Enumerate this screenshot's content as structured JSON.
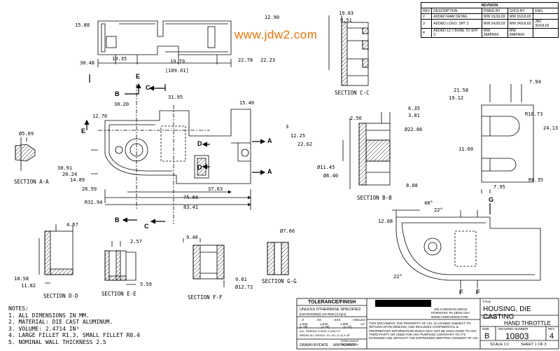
{
  "watermark": "www.jdw2.com",
  "revision": {
    "title": "REVISION",
    "headers": [
      "REV",
      "DESCRIPTION",
      "DWNG BY",
      "CHCK BY",
      "ENG"
    ],
    "rows": [
      [
        "2",
        "ADDED RAW DETAIL",
        "WW 16JUL03",
        "WW 16JUL03",
        ""
      ],
      [
        "3",
        "ADDED LOGO, SHT 2",
        "WW 24JUL03",
        "WW 24JUL03",
        "JNC 30JUL03"
      ],
      [
        "4",
        "ADDED 12.7 BORE TO SHT 3",
        "WW 28APR04",
        "WW 28APR04",
        ""
      ]
    ]
  },
  "dims": {
    "d1588": "15.88",
    "d1290": "12.90",
    "d3048": "30.48",
    "d1035": "10.35",
    "d1979": "19.79",
    "d2278": "22.78",
    "d2223": "22.23",
    "d10901": "[109.01]",
    "d1903": "19.03",
    "d951": "9.51",
    "d3020": "30.20",
    "d3195": "31.95",
    "d1540": "15.40",
    "d1270": "12.70",
    "d3": "3",
    "d1225": "12.25",
    "d2262": "22.62",
    "d3091": "30.91",
    "d2024": "20.24",
    "d1489": "14.89",
    "d2659": "26.59",
    "d3763": "37.63",
    "d7560": "75.60",
    "d8341": "83.41",
    "r3194": "R31.94",
    "dia569": "Ø5.69",
    "d635": "6.35",
    "d381": "3.81",
    "d256": "2.56",
    "dia2286": "Ø22.86",
    "dia1145": "Ø11.45",
    "dia640": "Ø6.40",
    "d808": "8.08",
    "d2158": "21.58",
    "d1912": "19.12",
    "d794": "7.94",
    "r1073": "R10.73",
    "d2413": "24.13",
    "d1160": "11.60",
    "r635": "R6.35",
    "d795": "7.95",
    "a48": "48°",
    "a22a": "22°",
    "d1208": "12.08",
    "a22b": "22°",
    "d457": "4.57",
    "d257": "2.57",
    "d940": "9.40",
    "dia766": "Ø7.66",
    "d1858": "18.58",
    "d1182": "11.82",
    "d559": "5.59",
    "d961": "9.61",
    "dia1272": "Ø12.72"
  },
  "section_labels": {
    "cc": "SECTION C-C",
    "aa": "SECTION A-A",
    "bb": "SECTION B-B",
    "dd": "SECTION D-D",
    "ee": "SECTION E-E",
    "ff": "SECTION F-F",
    "gg": "SECTION G-G"
  },
  "cut_letters": {
    "a": "A",
    "b": "B",
    "c": "C",
    "d": "D",
    "e": "E",
    "f": "F",
    "g": "G"
  },
  "notes": {
    "heading": "NOTES:",
    "items": [
      "1. ALL DIMENSIONS IN MM.",
      "2. MATERIAL: DIE CAST ALUMINUM.",
      "3. VOLUME: 2.4714 IN³",
      "4. LARGE FILLET R1.3, SMALL FILLET R0.4",
      "5. NOMINAL WALL THICKNESS 2.5"
    ]
  },
  "titleblock": {
    "tolerance": "TOLERANCE/FINISH",
    "unless": "UNLESS OTHERWISE SPECIFIED",
    "units": "[INCHES(MM)]   125   RMS   [3.2μm]",
    "col_heads": [
      ".X",
      ".XX",
      ".XXX",
      "ANGLES"
    ],
    "col_vals": [
      "±.030",
      "±.010",
      "±.005",
      "±1°"
    ],
    "col_mm": [
      "[±.75]",
      "[±.25]",
      "[±.13]",
      ""
    ],
    "thread": "ALL THREAD CLASS 2 (UN) FIT",
    "break": "BREAK ALL EDGES .01-.03 (.3-.8) X 45°",
    "third_angle": "THIRD ANGLE PROJECTION",
    "drawn_label": "DRAWN BY/DATE",
    "drawn_value": "WW   04JUN03",
    "addr1": "406 CARDIGAN DRIVE",
    "addr2": "HORSHAM, PA 19044 USA",
    "web": "WWW.ASIDIVISION.COM",
    "disclaimer": "THIS DOCUMENT, THE PROPERTY OF ASI, IS LOANED SUBJECT TO RETURN UPON DEMAND, AND INCLUDES CONFIDENTIAL & PROPRIETARY INFORMATION WHICH MAY NOT BE DISCLOSED TO ANY THIRD PARTY OR USED FOR ANY PURPOSE CONTRARY TO IT'S INTENDED USE WITHOUT THE EXPRESSED WRITTEN CONSENT OF ASI.",
    "title_label": "TITLE",
    "title": "HOUSING, DIE CASTING",
    "used_on_label": "USED ON",
    "used_on": "HAND THROTTLE",
    "size_label": "SIZE",
    "size": "B",
    "dwg_label": "DRAWING NUMBER",
    "dwg": "10803",
    "rev_label": "REV",
    "rev": "4",
    "scale": "SCALE  1:1",
    "sheet": "SHEET 1 OF 3"
  }
}
